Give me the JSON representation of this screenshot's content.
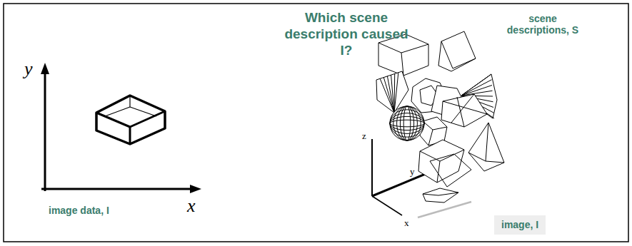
{
  "diagram": {
    "title": "Which scene description caused I?",
    "labels": [
      "y",
      "x",
      "image data, I",
      "scene descriptions, S",
      "z",
      "y",
      "x",
      "image, I"
    ]
  }
}
